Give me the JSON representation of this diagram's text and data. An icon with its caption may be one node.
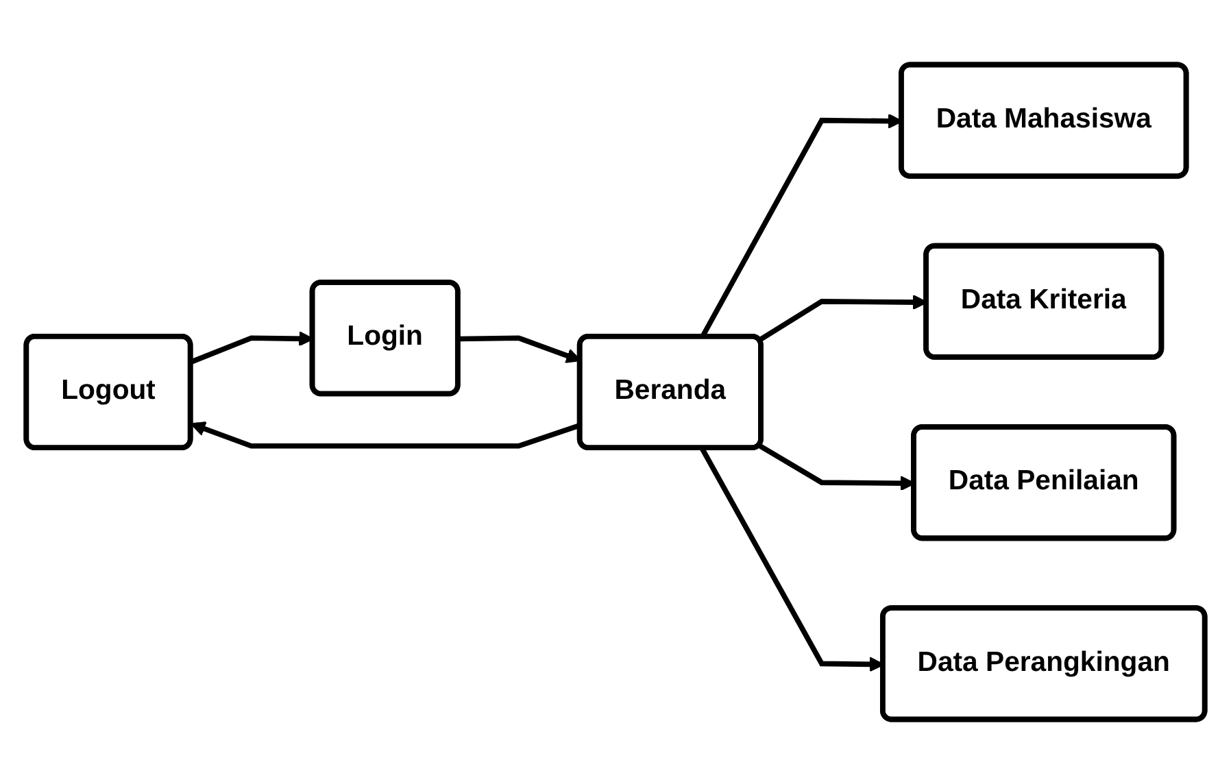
{
  "diagram": {
    "nodes": [
      {
        "text": [
          "Logout"
        ]
      },
      {
        "text": [
          "Login"
        ]
      },
      {
        "text": [
          "Beranda"
        ]
      },
      {
        "text": [
          "Data Mahasiswa"
        ]
      },
      {
        "text": [
          "Data Kriteria"
        ]
      },
      {
        "text": [
          "Data Penilaian"
        ]
      },
      {
        "text": [
          "Data Perangkingan"
        ]
      }
    ],
    "edges": [
      {
        "from": 0,
        "to": 1,
        "arrow": "to"
      },
      {
        "from": 1,
        "to": 2,
        "arrow": "to"
      },
      {
        "from": 2,
        "to": 0,
        "arrow": "to"
      },
      {
        "from": 2,
        "to": 3,
        "arrow": "to"
      },
      {
        "from": 2,
        "to": 4,
        "arrow": "to"
      },
      {
        "from": 2,
        "to": 5,
        "arrow": "to"
      },
      {
        "from": 2,
        "to": 6,
        "arrow": "to"
      }
    ]
  }
}
